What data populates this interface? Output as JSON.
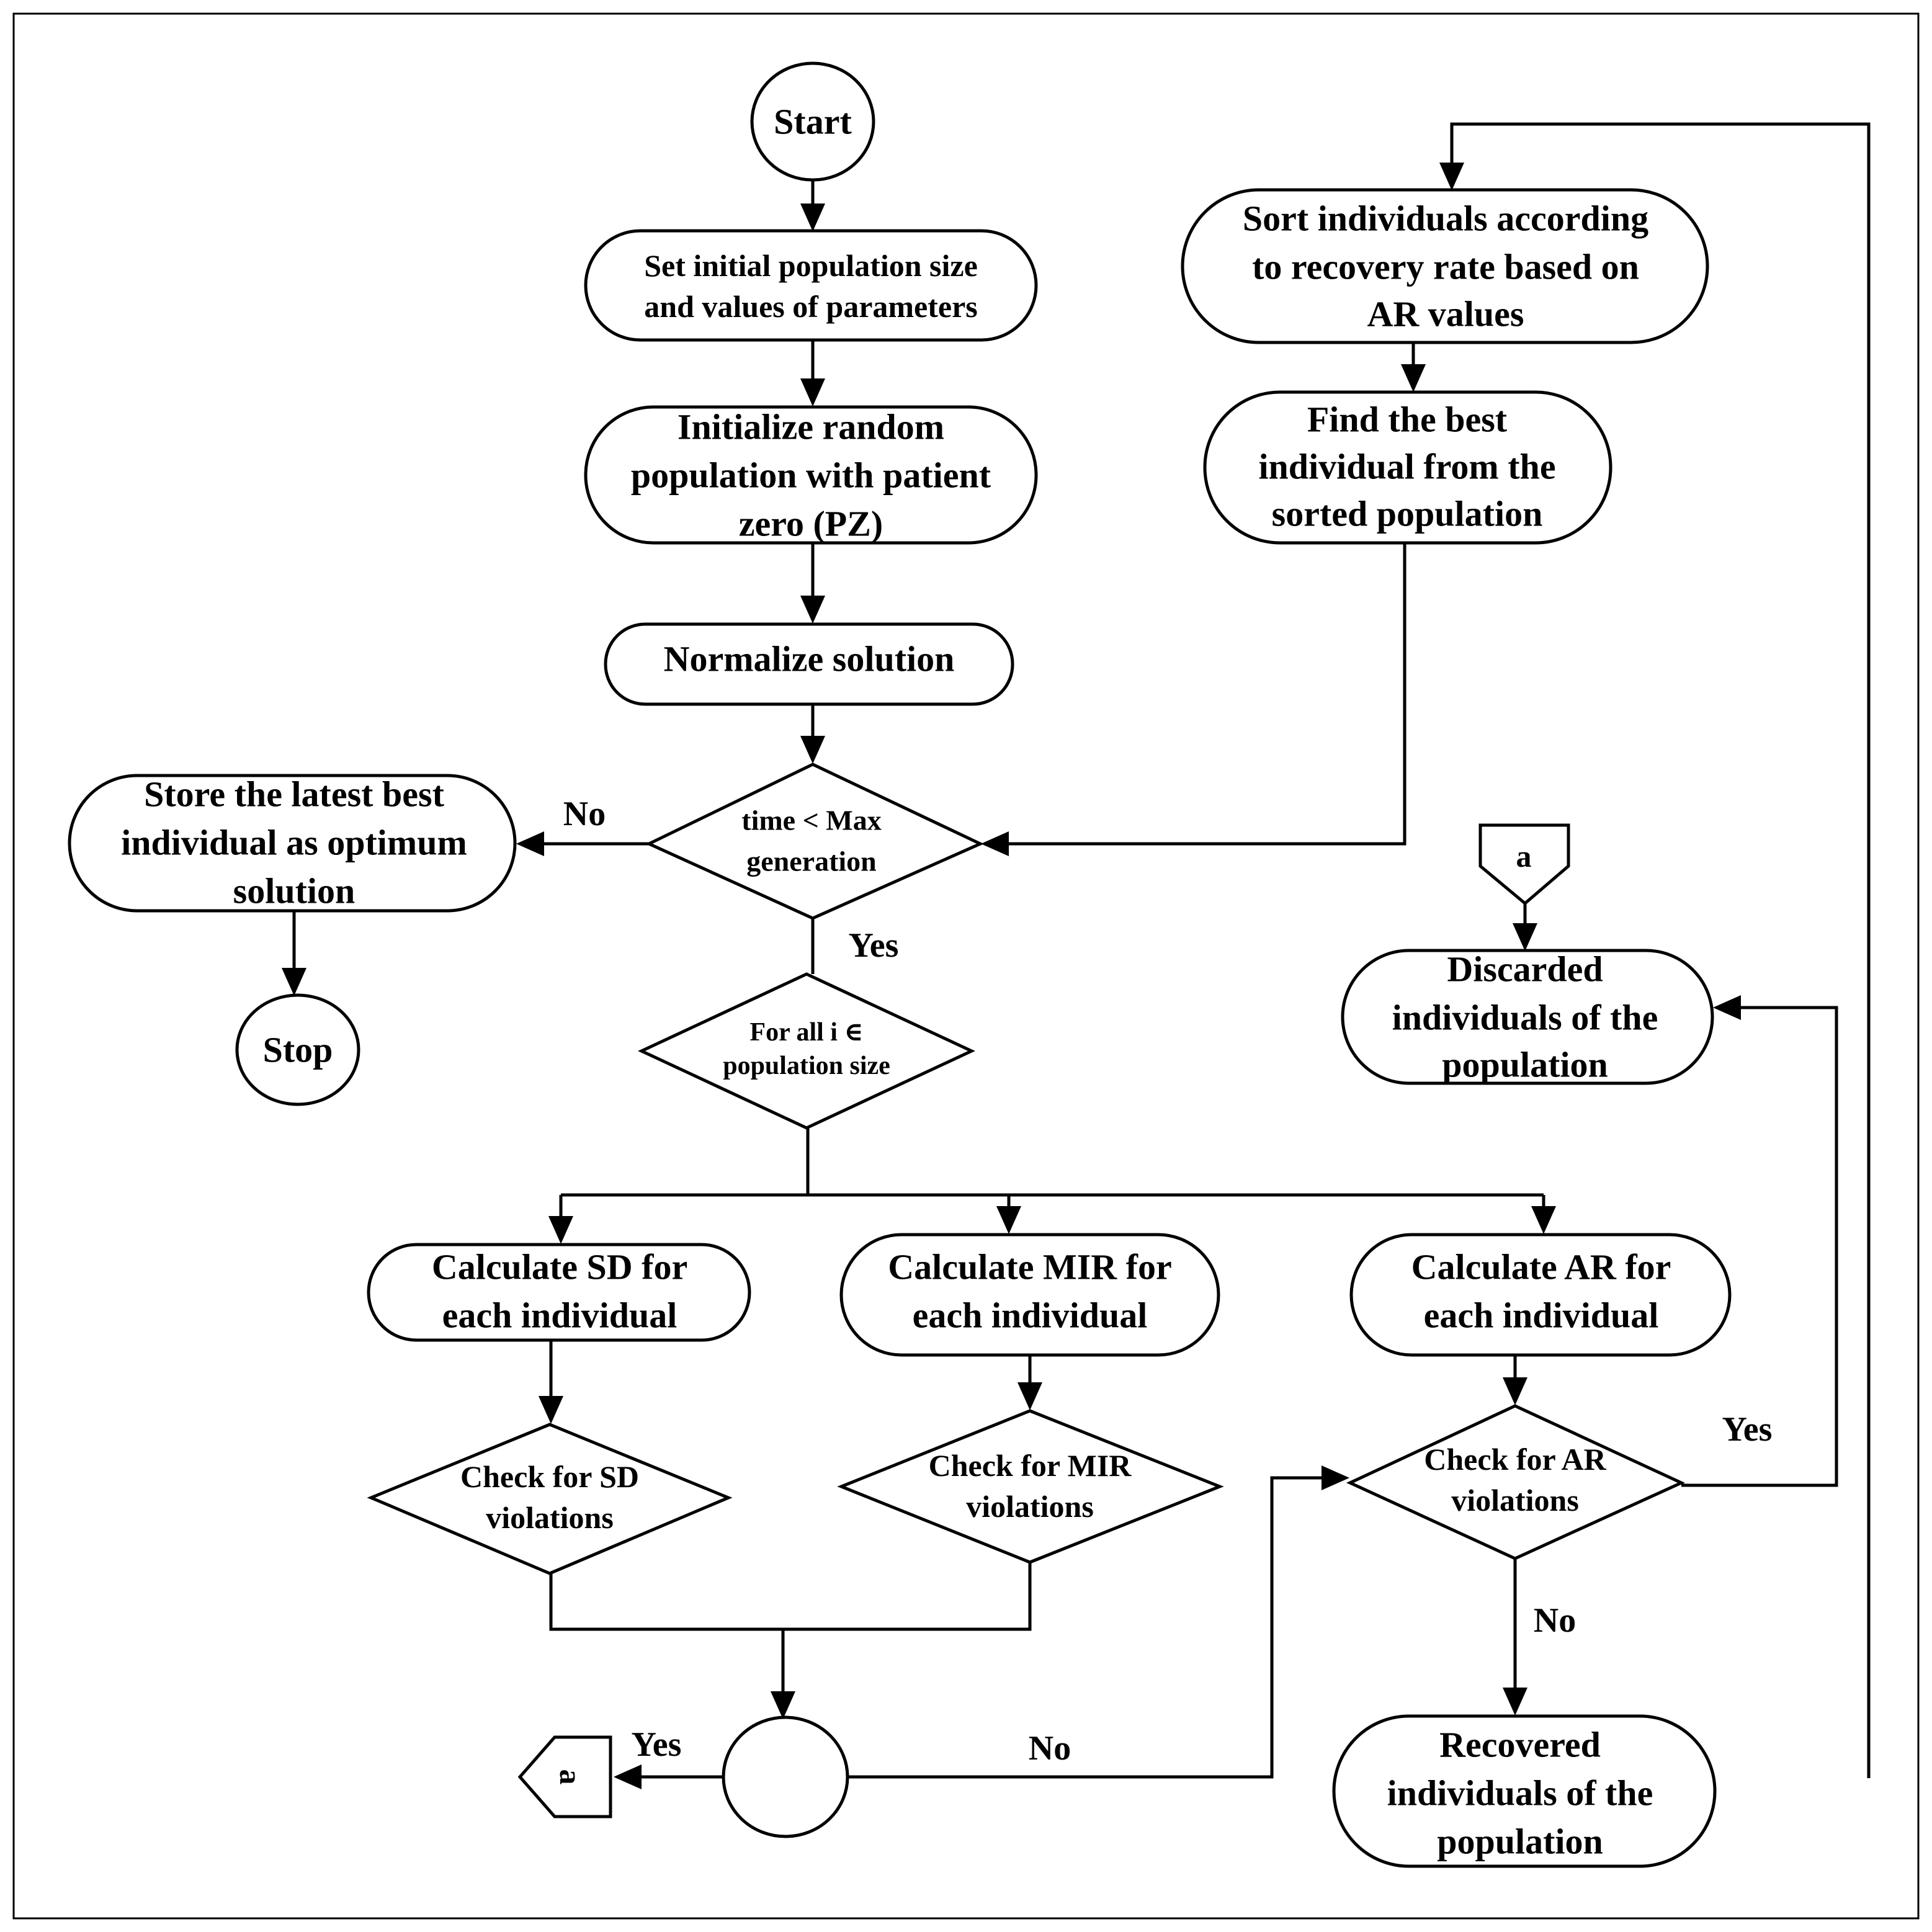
{
  "nodes": {
    "start": "Start",
    "set_initial": [
      "Set initial population size",
      "and values of parameters"
    ],
    "initialize": [
      "Initialize random",
      "population with patient",
      "zero (PZ)"
    ],
    "normalize": "Normalize solution",
    "time_check": [
      "time < Max",
      "generation"
    ],
    "store_best": [
      "Store the latest best",
      "individual as optimum",
      "solution"
    ],
    "stop": "Stop",
    "for_all": [
      "For all i ∈",
      "population size"
    ],
    "calc_sd": [
      "Calculate SD for",
      "each individual"
    ],
    "calc_mir": [
      "Calculate MIR for",
      "each individual"
    ],
    "calc_ar": [
      "Calculate AR for",
      "each individual"
    ],
    "check_sd": [
      "Check for SD",
      "violations"
    ],
    "check_mir": [
      "Check for MIR",
      "violations"
    ],
    "check_ar": [
      "Check for AR",
      "violations"
    ],
    "sort": [
      "Sort individuals according",
      "to recovery rate based on",
      "AR values"
    ],
    "find_best": [
      "Find the best",
      "individual from the",
      "sorted population"
    ],
    "discarded": [
      "Discarded",
      "individuals of the",
      "population"
    ],
    "recovered": [
      "Recovered",
      "individuals of the",
      "population"
    ],
    "connector_top": "a",
    "connector_left": "a"
  },
  "edge_labels": {
    "time_no": "No",
    "time_yes": "Yes",
    "ar_yes": "Yes",
    "ar_no": "No",
    "merge_yes": "Yes",
    "merge_no": "No"
  }
}
